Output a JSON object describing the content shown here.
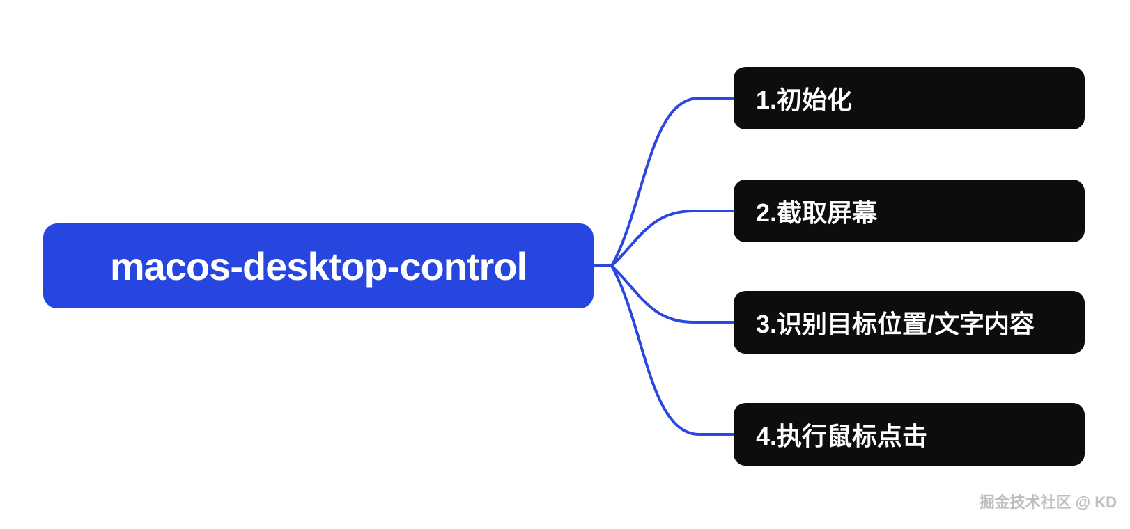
{
  "diagram": {
    "root": {
      "label": "macos-desktop-control"
    },
    "children": [
      {
        "label": "1.初始化"
      },
      {
        "label": "2.截取屏幕"
      },
      {
        "label": "3.识别目标位置/文字内容"
      },
      {
        "label": "4.执行鼠标点击"
      }
    ]
  },
  "colors": {
    "canvas_bg": "#ffffff",
    "root_node_bg": "#2646df",
    "child_node_bg": "#0d0d0f",
    "connector": "#2a48df",
    "node_text": "#ffffff",
    "watermark_text": "#bfbebe"
  },
  "watermark": {
    "text": "掘金技术社区 @ KD"
  }
}
